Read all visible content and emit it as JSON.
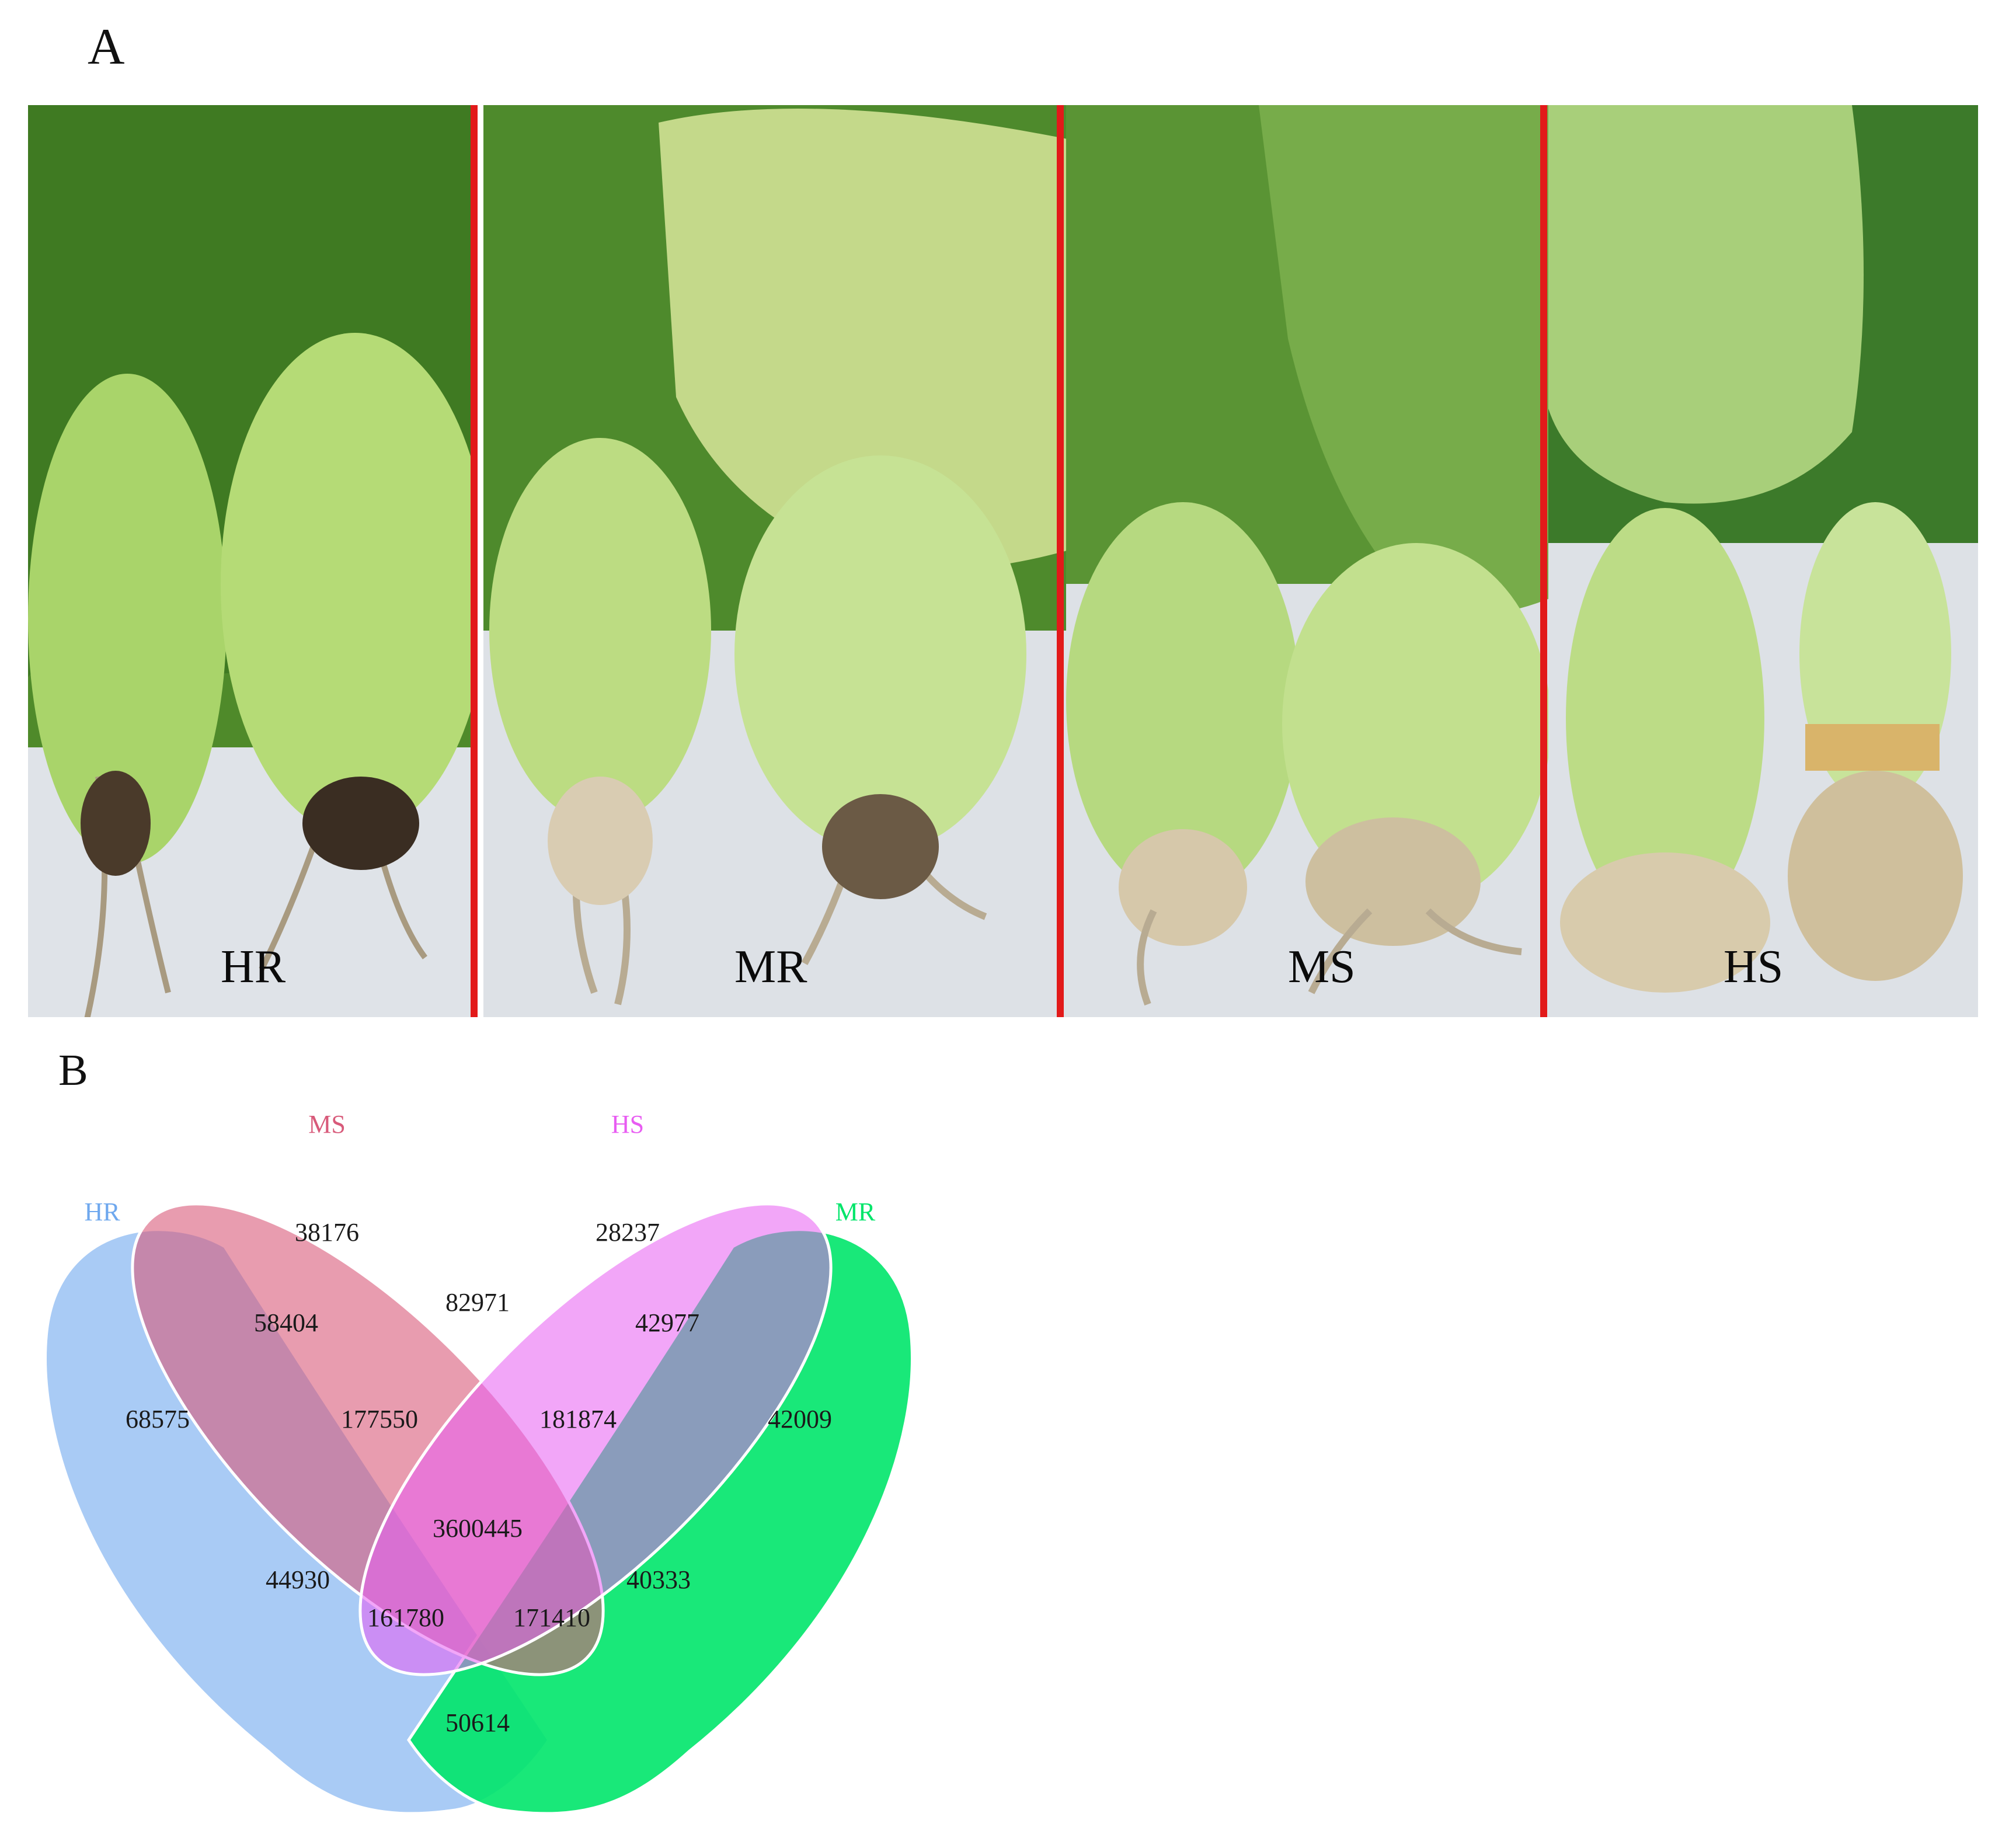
{
  "panels": {
    "a_label": "A",
    "b_label": "B"
  },
  "photos": [
    {
      "caption": "HR"
    },
    {
      "caption": "MR"
    },
    {
      "caption": "MS"
    },
    {
      "caption": "HS"
    }
  ],
  "venn": {
    "sets": [
      {
        "name": "HR",
        "color": "#6FA8EE"
      },
      {
        "name": "MS",
        "color": "#D85A7A"
      },
      {
        "name": "HS",
        "color": "#E85CF2"
      },
      {
        "name": "MR",
        "color": "#00E56A"
      }
    ],
    "counts": {
      "hr_only": "68575",
      "ms_only": "38176",
      "hs_only": "28237",
      "mr_only": "42009",
      "hr_ms": "58404",
      "ms_hs": "82971",
      "hs_mr": "42977",
      "hr_ms_hs": "177550",
      "ms_hs_mr": "181874",
      "all": "3600445",
      "hr_hs": "44930",
      "ms_mr": "40333",
      "hr_hs_mr": "161780",
      "hr_ms_mr": "171410",
      "hr_mr": "50614"
    }
  }
}
